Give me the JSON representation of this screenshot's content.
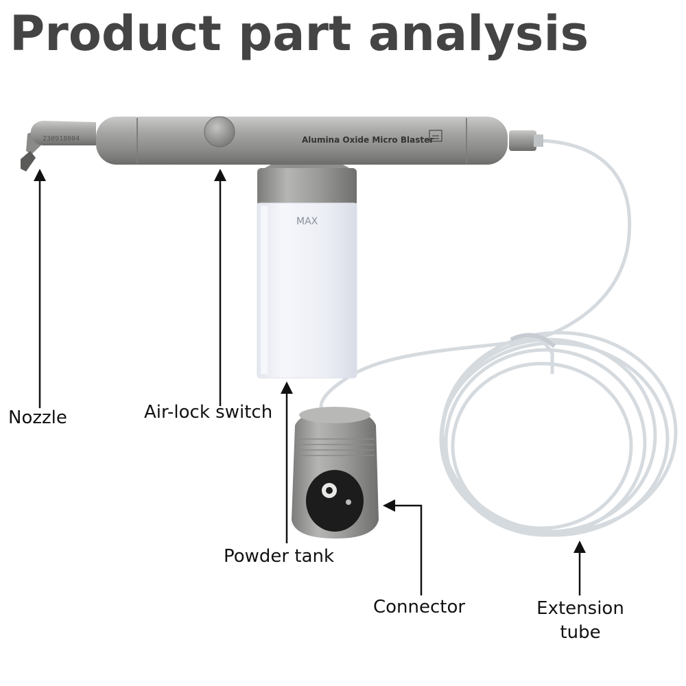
{
  "title": "Product part analysis",
  "device": {
    "brand_text": "Alumina Oxide Micro Blaster",
    "serial": "230918004",
    "tank_marking": "MAX"
  },
  "labels": {
    "nozzle": "Nozzle",
    "air_lock_switch": "Air-lock switch",
    "powder_tank": "Powder tank",
    "connector": "Connector",
    "extension_tube_line1": "Extension",
    "extension_tube_line2": "tube"
  },
  "colors": {
    "title": "#444444",
    "metal": "#9a9a98",
    "metal_dark": "#6f6f6d",
    "tank": "#eef0f6",
    "tube": "#d8dde2",
    "arrow": "#111111"
  }
}
